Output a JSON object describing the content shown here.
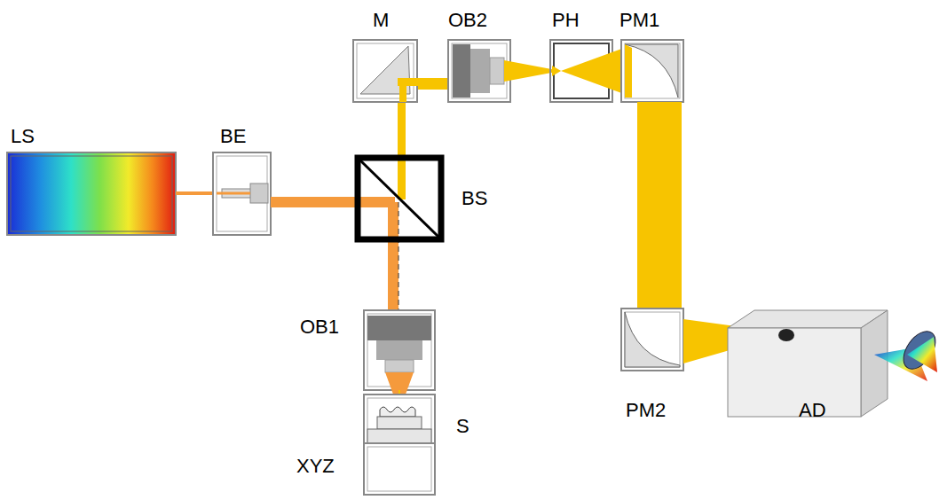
{
  "diagram": {
    "labels": [
      "M",
      "OB2",
      "PH",
      "PM1",
      "LS",
      "BE",
      "BS",
      "OB1",
      "S",
      "PM2",
      "AD",
      "XYZ"
    ]
  }
}
